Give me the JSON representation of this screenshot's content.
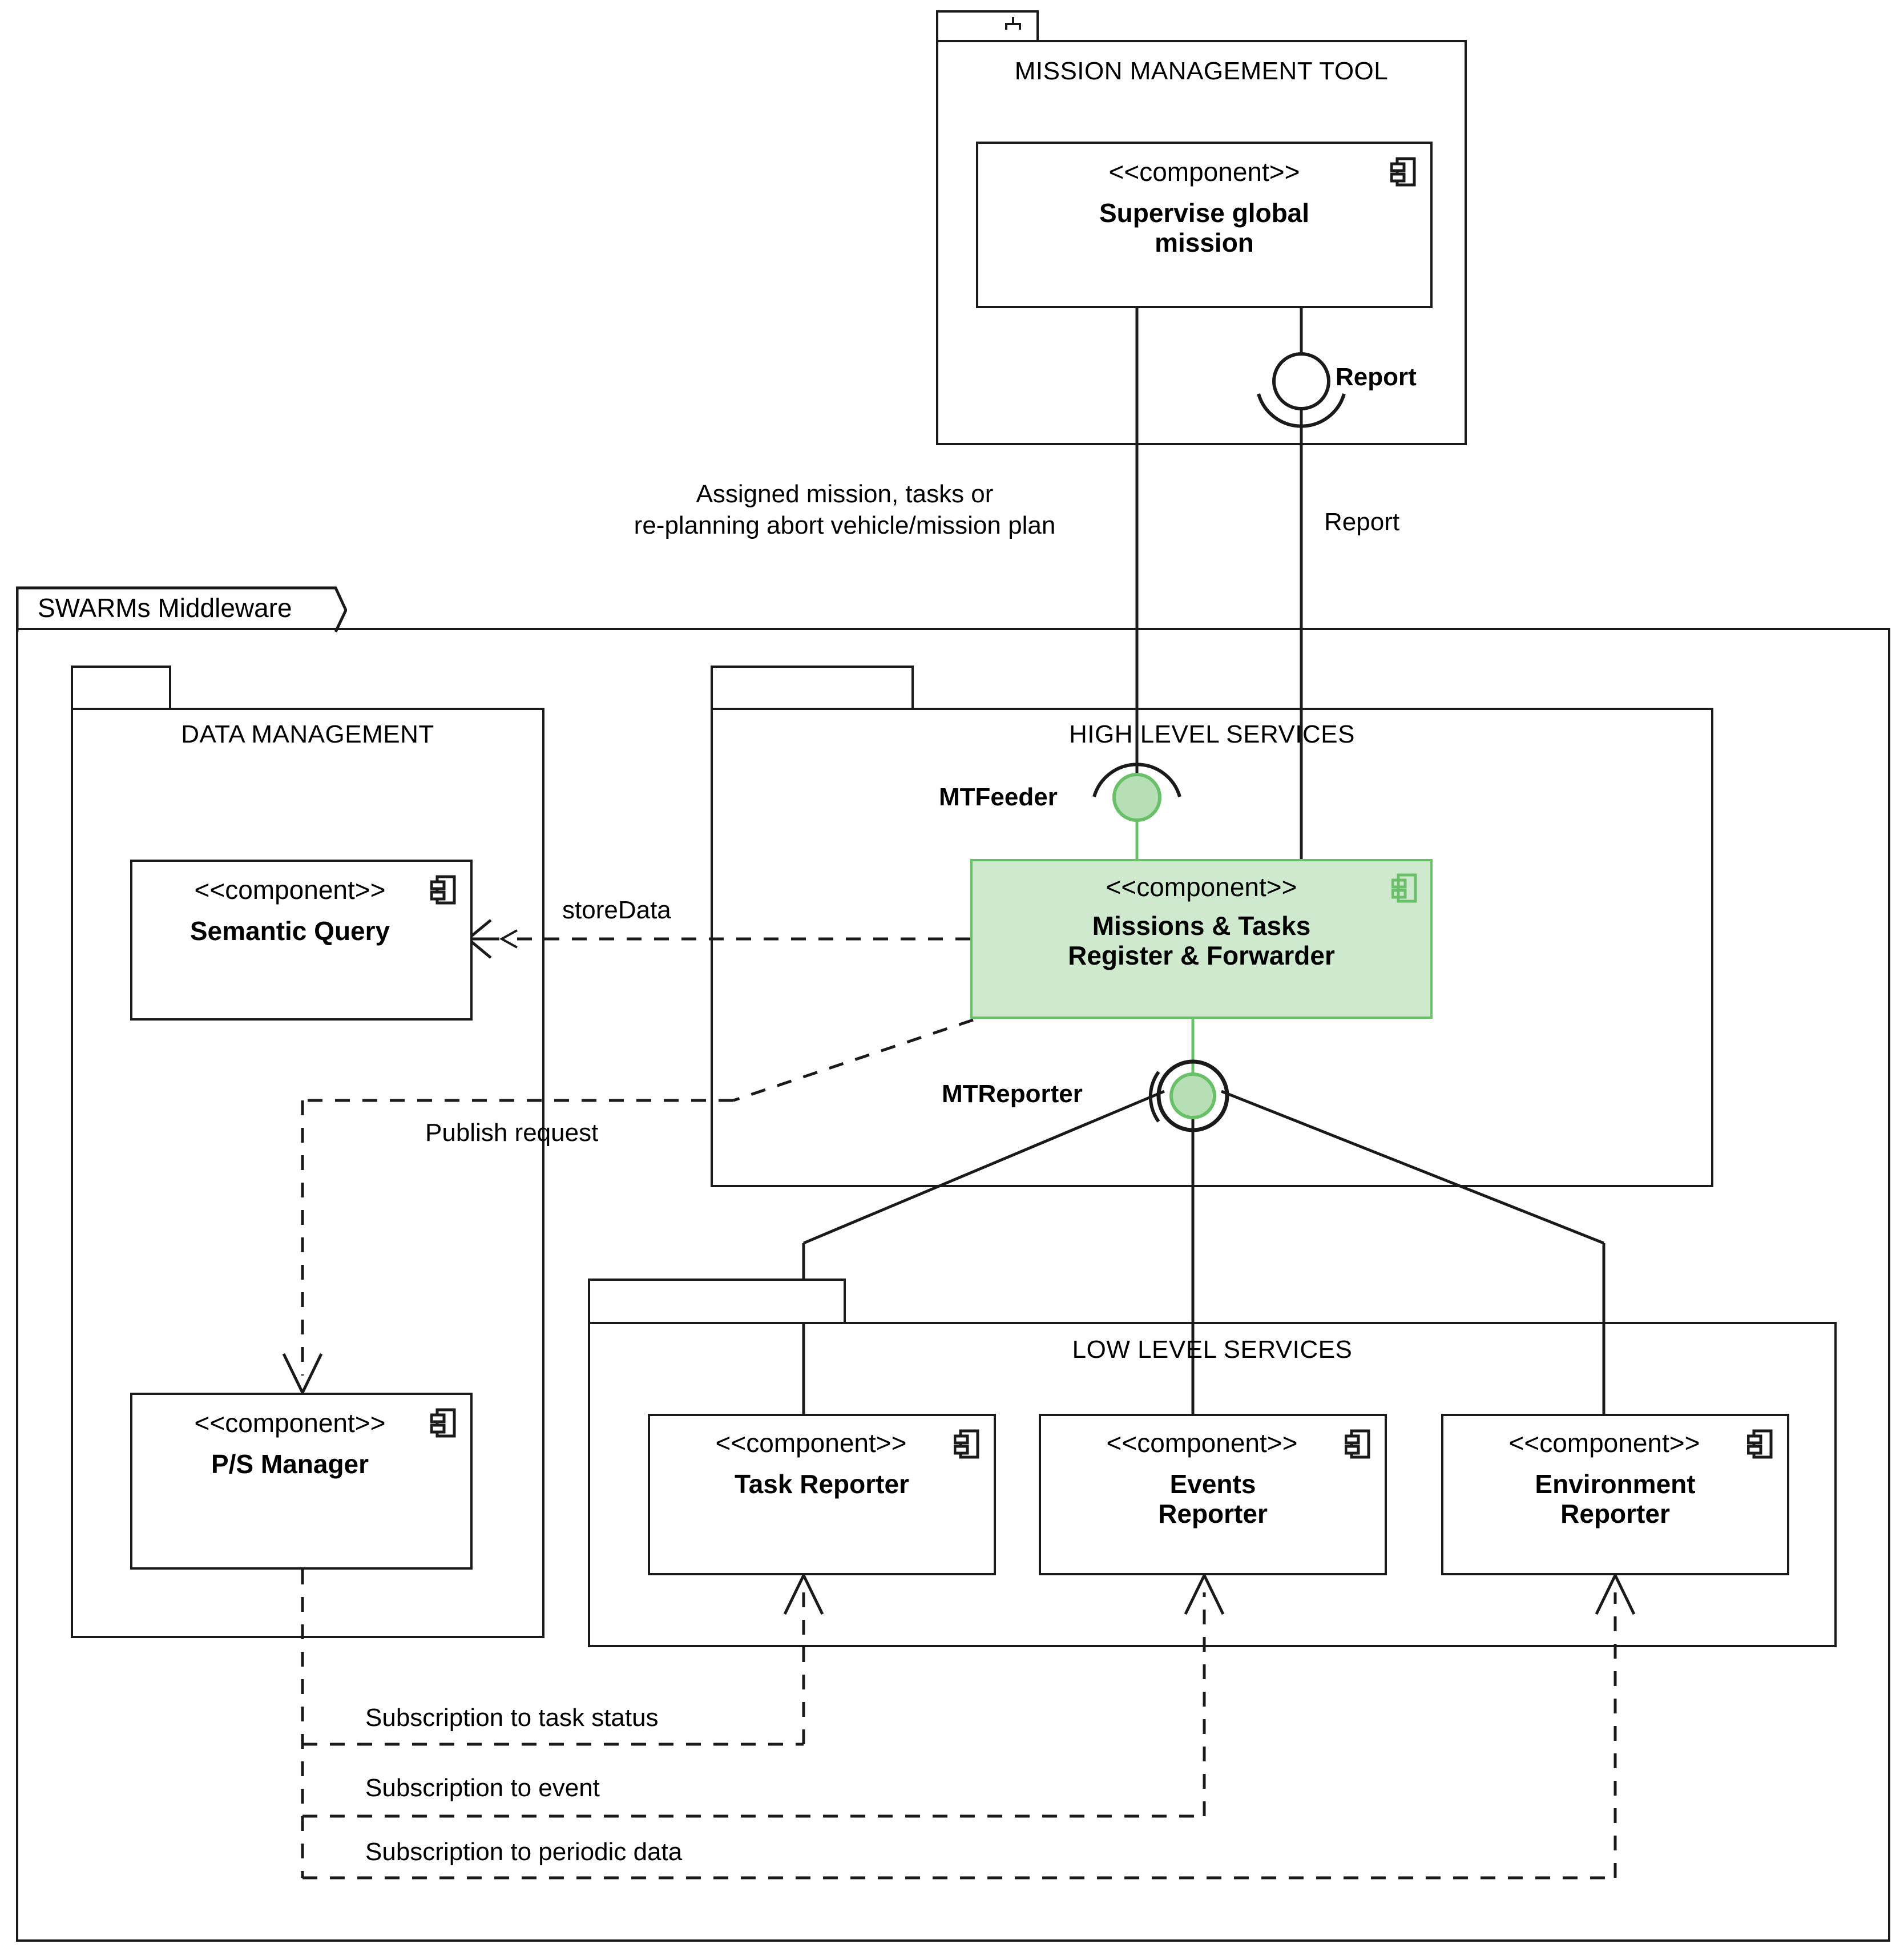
{
  "diagram": {
    "type": "uml-component-diagram",
    "title_visible": false
  },
  "packages": {
    "mission_management_tool": {
      "label": "MISSION MANAGEMENT TOOL"
    },
    "swarms_middleware": {
      "label": "SWARMs Middleware"
    },
    "data_management": {
      "label": "DATA MANAGEMENT"
    },
    "high_level_services": {
      "label": "HIGH LEVEL SERVICES"
    },
    "low_level_services": {
      "label": "LOW LEVEL SERVICES"
    }
  },
  "stereotype": "<<component>>",
  "components": [
    {
      "id": "supervise-global-mission",
      "stereotype": "<<component>>",
      "name": "Supervise global\nmission",
      "package": "MISSION MANAGEMENT TOOL",
      "highlighted": false
    },
    {
      "id": "semantic-query",
      "stereotype": "<<component>>",
      "name": "Semantic Query",
      "package": "DATA MANAGEMENT",
      "highlighted": false
    },
    {
      "id": "ps-manager",
      "stereotype": "<<component>>",
      "name": "P/S Manager",
      "package": "DATA MANAGEMENT",
      "highlighted": false
    },
    {
      "id": "missions-tasks-register-forwarder",
      "stereotype": "<<component>>",
      "name": "Missions & Tasks\nRegister & Forwarder",
      "package": "HIGH LEVEL SERVICES",
      "highlighted": true
    },
    {
      "id": "task-reporter",
      "stereotype": "<<component>>",
      "name": "Task Reporter",
      "package": "LOW LEVEL SERVICES",
      "highlighted": false
    },
    {
      "id": "events-reporter",
      "stereotype": "<<component>>",
      "name": "Events\nReporter",
      "package": "LOW LEVEL SERVICES",
      "highlighted": false
    },
    {
      "id": "environment-reporter",
      "stereotype": "<<component>>",
      "name": "Environment\nReporter",
      "package": "LOW LEVEL SERVICES",
      "highlighted": false
    }
  ],
  "component_labels": {
    "supervise_global_mission_line1": "Supervise global",
    "supervise_global_mission_line2": "mission",
    "semantic_query": "Semantic Query",
    "ps_manager": "P/S Manager",
    "mtrf_line1": "Missions & Tasks",
    "mtrf_line2": "Register & Forwarder",
    "task_reporter": "Task Reporter",
    "events_reporter_line1": "Events",
    "events_reporter_line2": "Reporter",
    "environment_reporter_line1": "Environment",
    "environment_reporter_line2": "Reporter"
  },
  "ports": [
    {
      "id": "report",
      "label": "Report",
      "kind": "provided-required",
      "color": "#ffffff"
    },
    {
      "id": "mtfeeder",
      "label": "MTFeeder",
      "kind": "provided-required",
      "color": "#b6dfb6"
    },
    {
      "id": "mtreporter",
      "label": "MTReporter",
      "kind": "assembly",
      "color": "#b6dfb6"
    }
  ],
  "connector_labels": {
    "assigned_mission_line1": "Assigned mission, tasks or",
    "assigned_mission_line2": "re-planning abort vehicle/mission plan",
    "report": "Report",
    "store_data": "storeData",
    "publish_request": "Publish request",
    "subscription_task_status": "Subscription to task status",
    "subscription_event": "Subscription to event",
    "subscription_periodic_data": "Subscription to periodic data"
  },
  "colors": {
    "stroke": "#1a1a1a",
    "highlight_fill": "#cfe9cf",
    "highlight_stroke": "#6abf69",
    "port_fill": "#b6dfb6",
    "background": "#ffffff"
  }
}
